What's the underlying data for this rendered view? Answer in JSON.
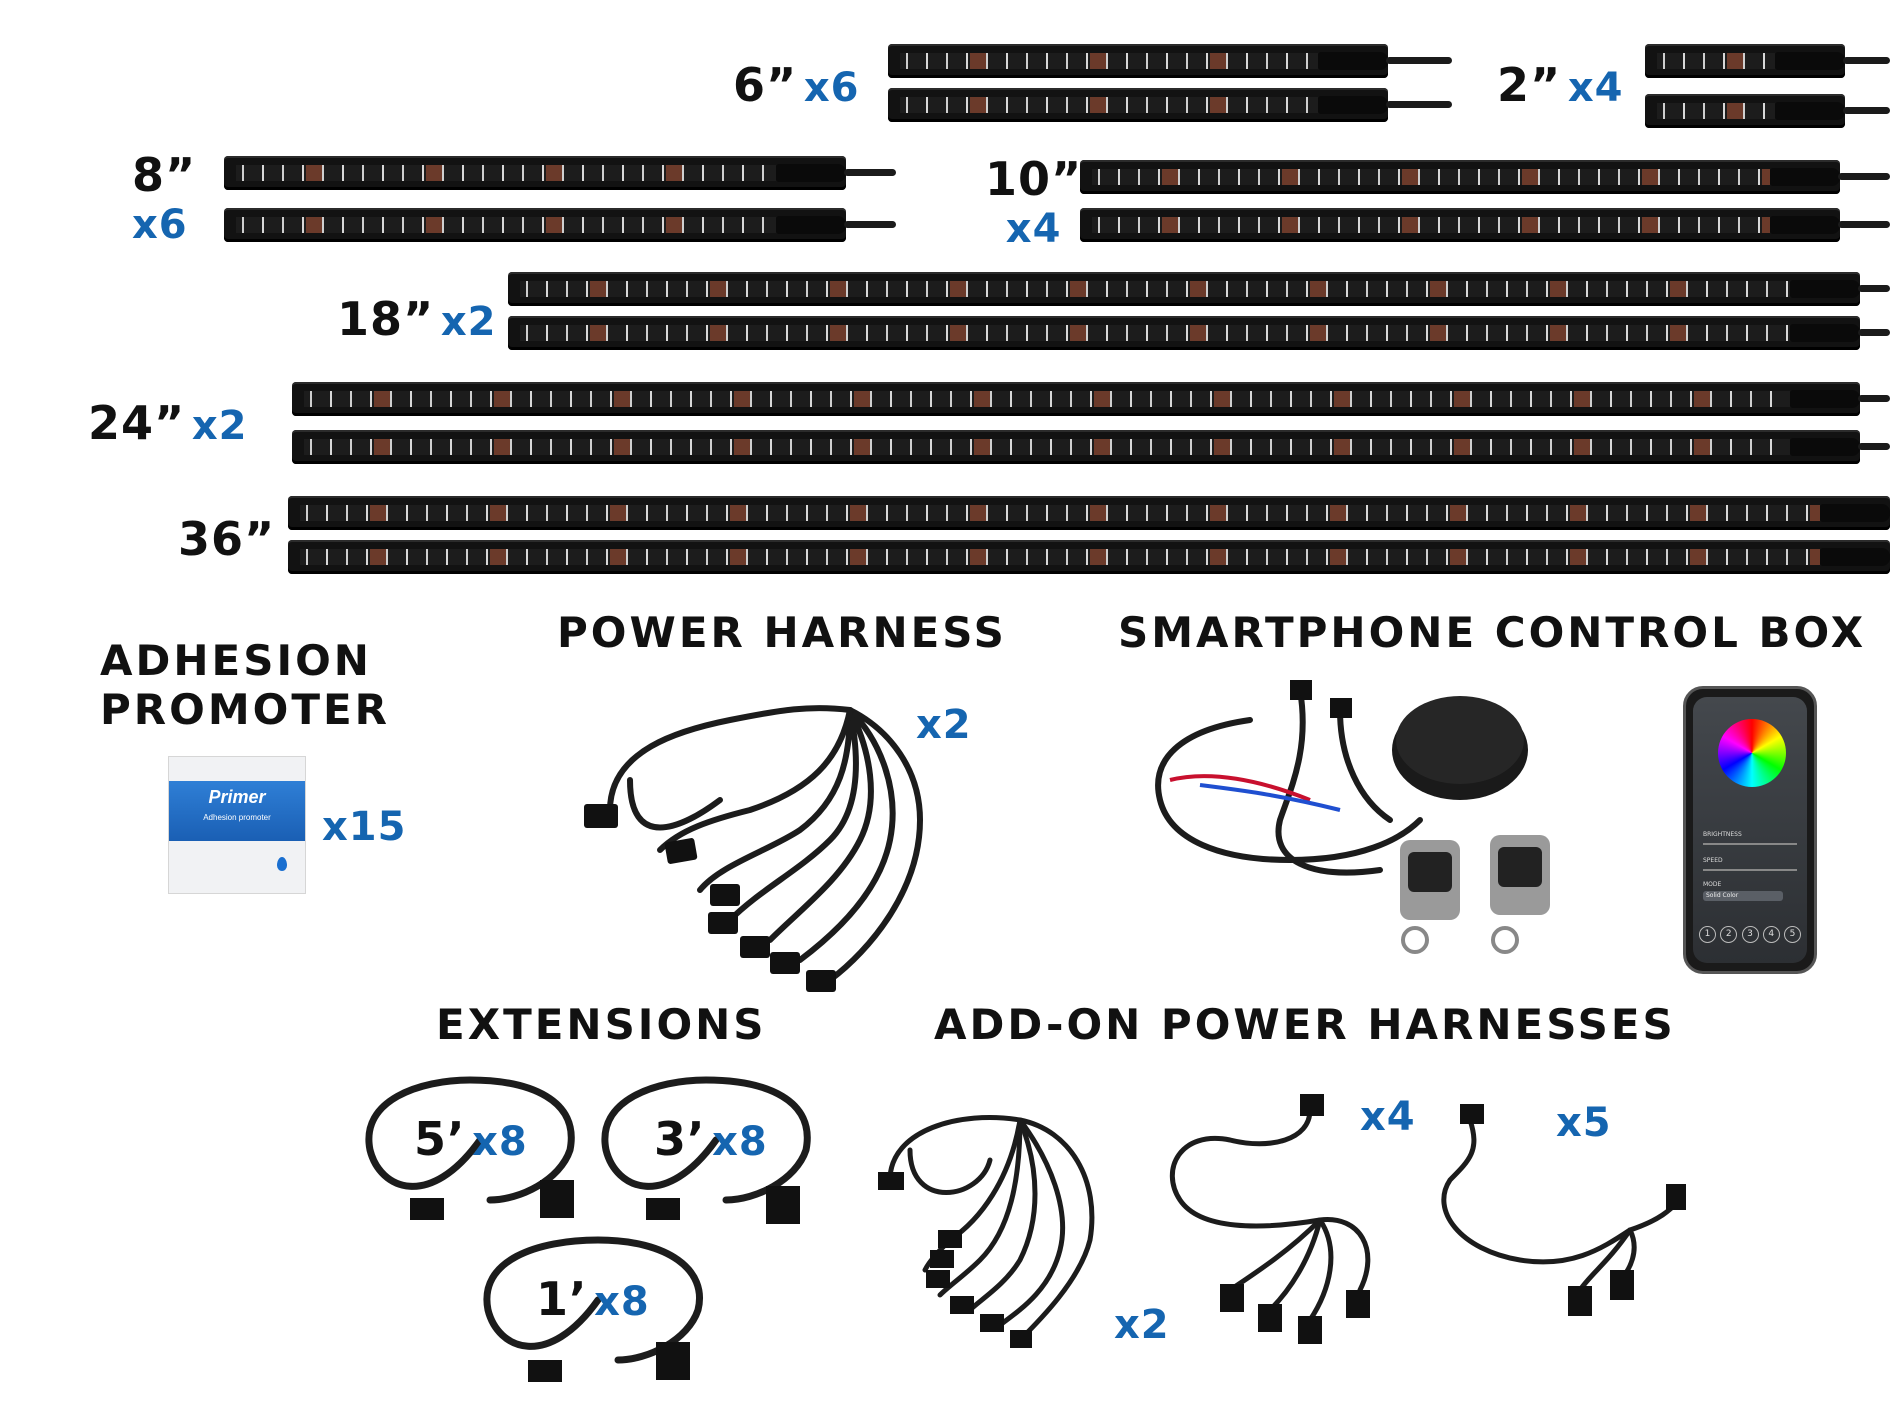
{
  "strips": [
    {
      "length": "6”",
      "qty": "x6"
    },
    {
      "length": "2”",
      "qty": "x4"
    },
    {
      "length": "8”",
      "qty": "x6"
    },
    {
      "length": "10”",
      "qty": "x4"
    },
    {
      "length": "18”",
      "qty": "x2"
    },
    {
      "length": "24”",
      "qty": "x2"
    },
    {
      "length": "36”",
      "qty": ""
    }
  ],
  "sections": {
    "adhesion_line1": "ADHESION",
    "adhesion_line2": "PROMOTER",
    "adhesion_qty": "x15",
    "packet_text": "Primer",
    "packet_sub": "Adhesion promoter",
    "power_harness": "POWER HARNESS",
    "power_harness_qty": "x2",
    "control_box": "SMARTPHONE CONTROL BOX",
    "extensions": "EXTENSIONS",
    "addon": "ADD-ON POWER HARNESSES"
  },
  "extensions": [
    {
      "length": "5’",
      "qty": "x8"
    },
    {
      "length": "3’",
      "qty": "x8"
    },
    {
      "length": "1’",
      "qty": "x8"
    }
  ],
  "addon_qty": [
    "x2",
    "x4",
    "x5"
  ],
  "phone": {
    "brightness": "BRIGHTNESS",
    "speed": "SPEED",
    "mode": "MODE",
    "mode_value": "Solid Color",
    "presets": [
      "1",
      "2",
      "3",
      "4",
      "5"
    ]
  },
  "colors": {
    "qty_blue": "#1565b0",
    "strip": "#121212"
  }
}
